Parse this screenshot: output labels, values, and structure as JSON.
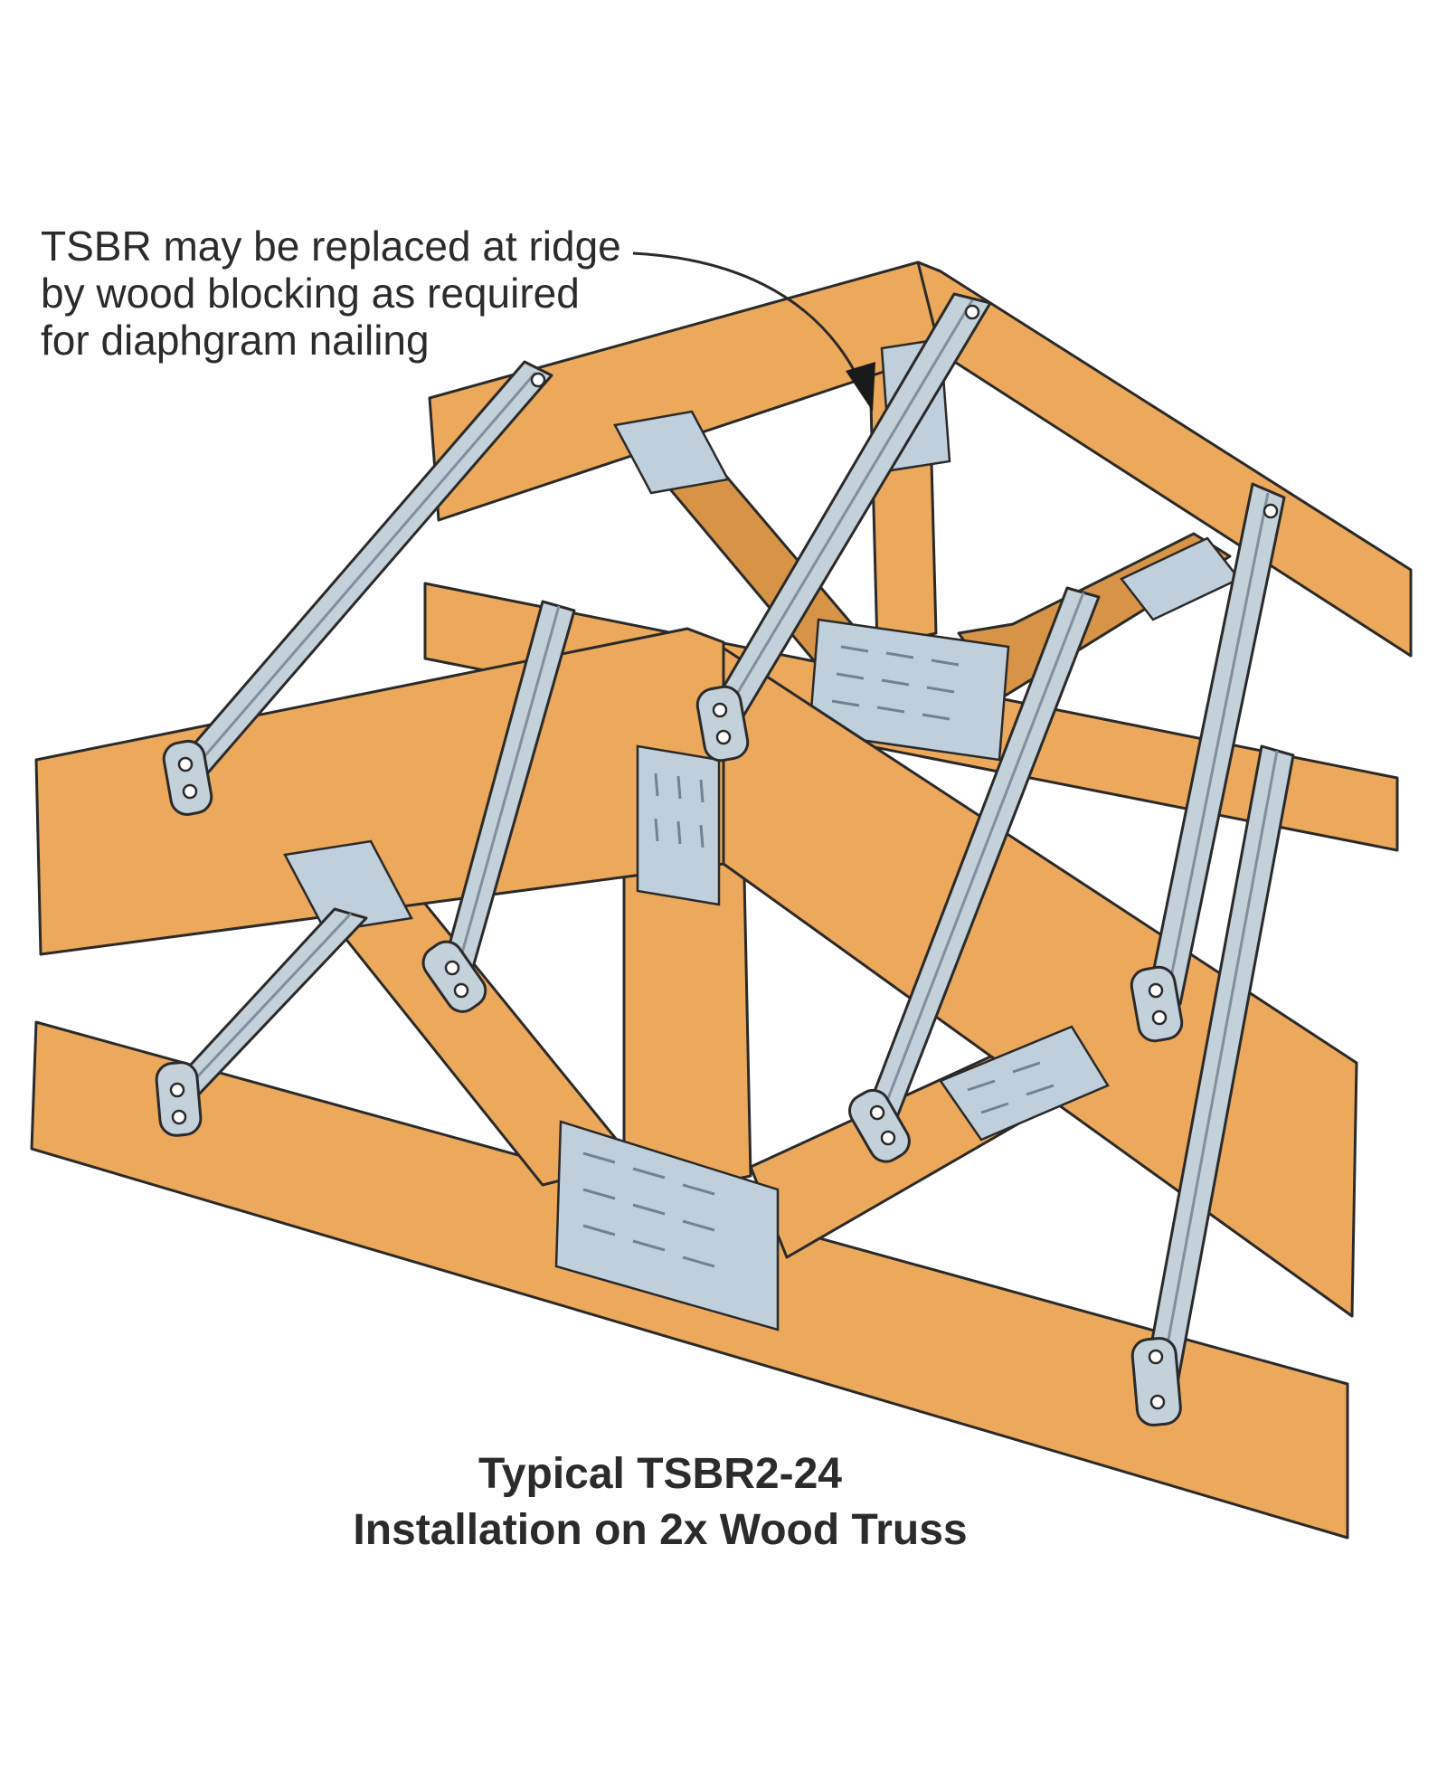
{
  "note": {
    "lines": [
      "TSBR may be replaced at ridge",
      "by wood blocking as required",
      "for diaphgram nailing"
    ]
  },
  "caption": {
    "lines": [
      "Typical TSBR2-24",
      "Installation on 2x Wood Truss"
    ]
  },
  "colors": {
    "wood": "#ECA95C",
    "wood_shadow": "#D89446",
    "metal": "#C3D1DB",
    "outline": "#2a2a2a"
  }
}
